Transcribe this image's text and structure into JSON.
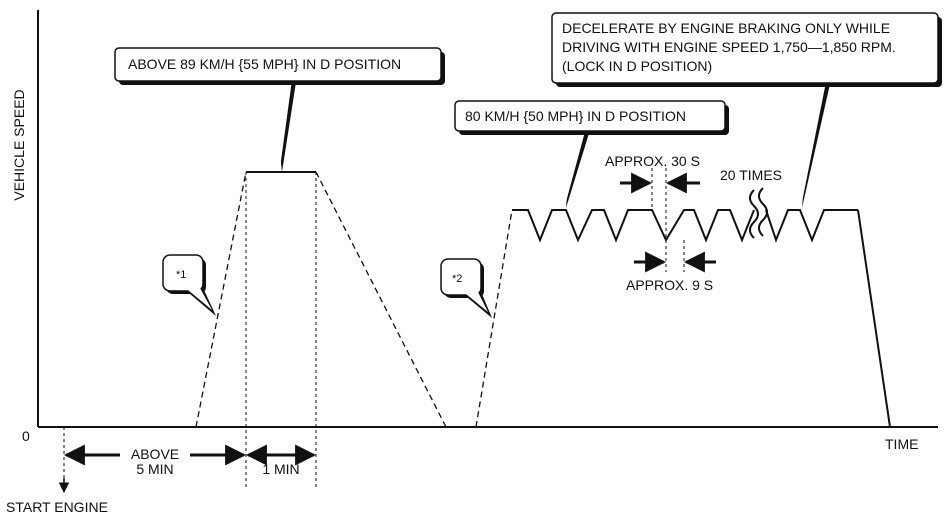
{
  "axes": {
    "y_label": "VEHICLE SPEED",
    "x_label": "TIME",
    "origin_label": "0"
  },
  "callouts": {
    "above_89": "ABOVE 89 KM/H {55 MPH} IN D POSITION",
    "speed_80": "80 KM/H {50 MPH} IN D POSITION",
    "decel_line1": "DECELERATE BY ENGINE BRAKING ONLY WHILE",
    "decel_line2": "DRIVING WITH ENGINE SPEED 1,750—1,850 RPM.",
    "decel_line3": "(LOCK IN D POSITION)",
    "note1": "*1",
    "note2": "*2"
  },
  "annotations": {
    "approx_30s": "APPROX. 30 S",
    "approx_9s": "APPROX. 9 S",
    "times_20": "20 TIMES",
    "above_line1": "ABOVE",
    "above_line2": "5 MIN",
    "one_min": "1 MIN",
    "start_engine": "START ENGINE"
  }
}
